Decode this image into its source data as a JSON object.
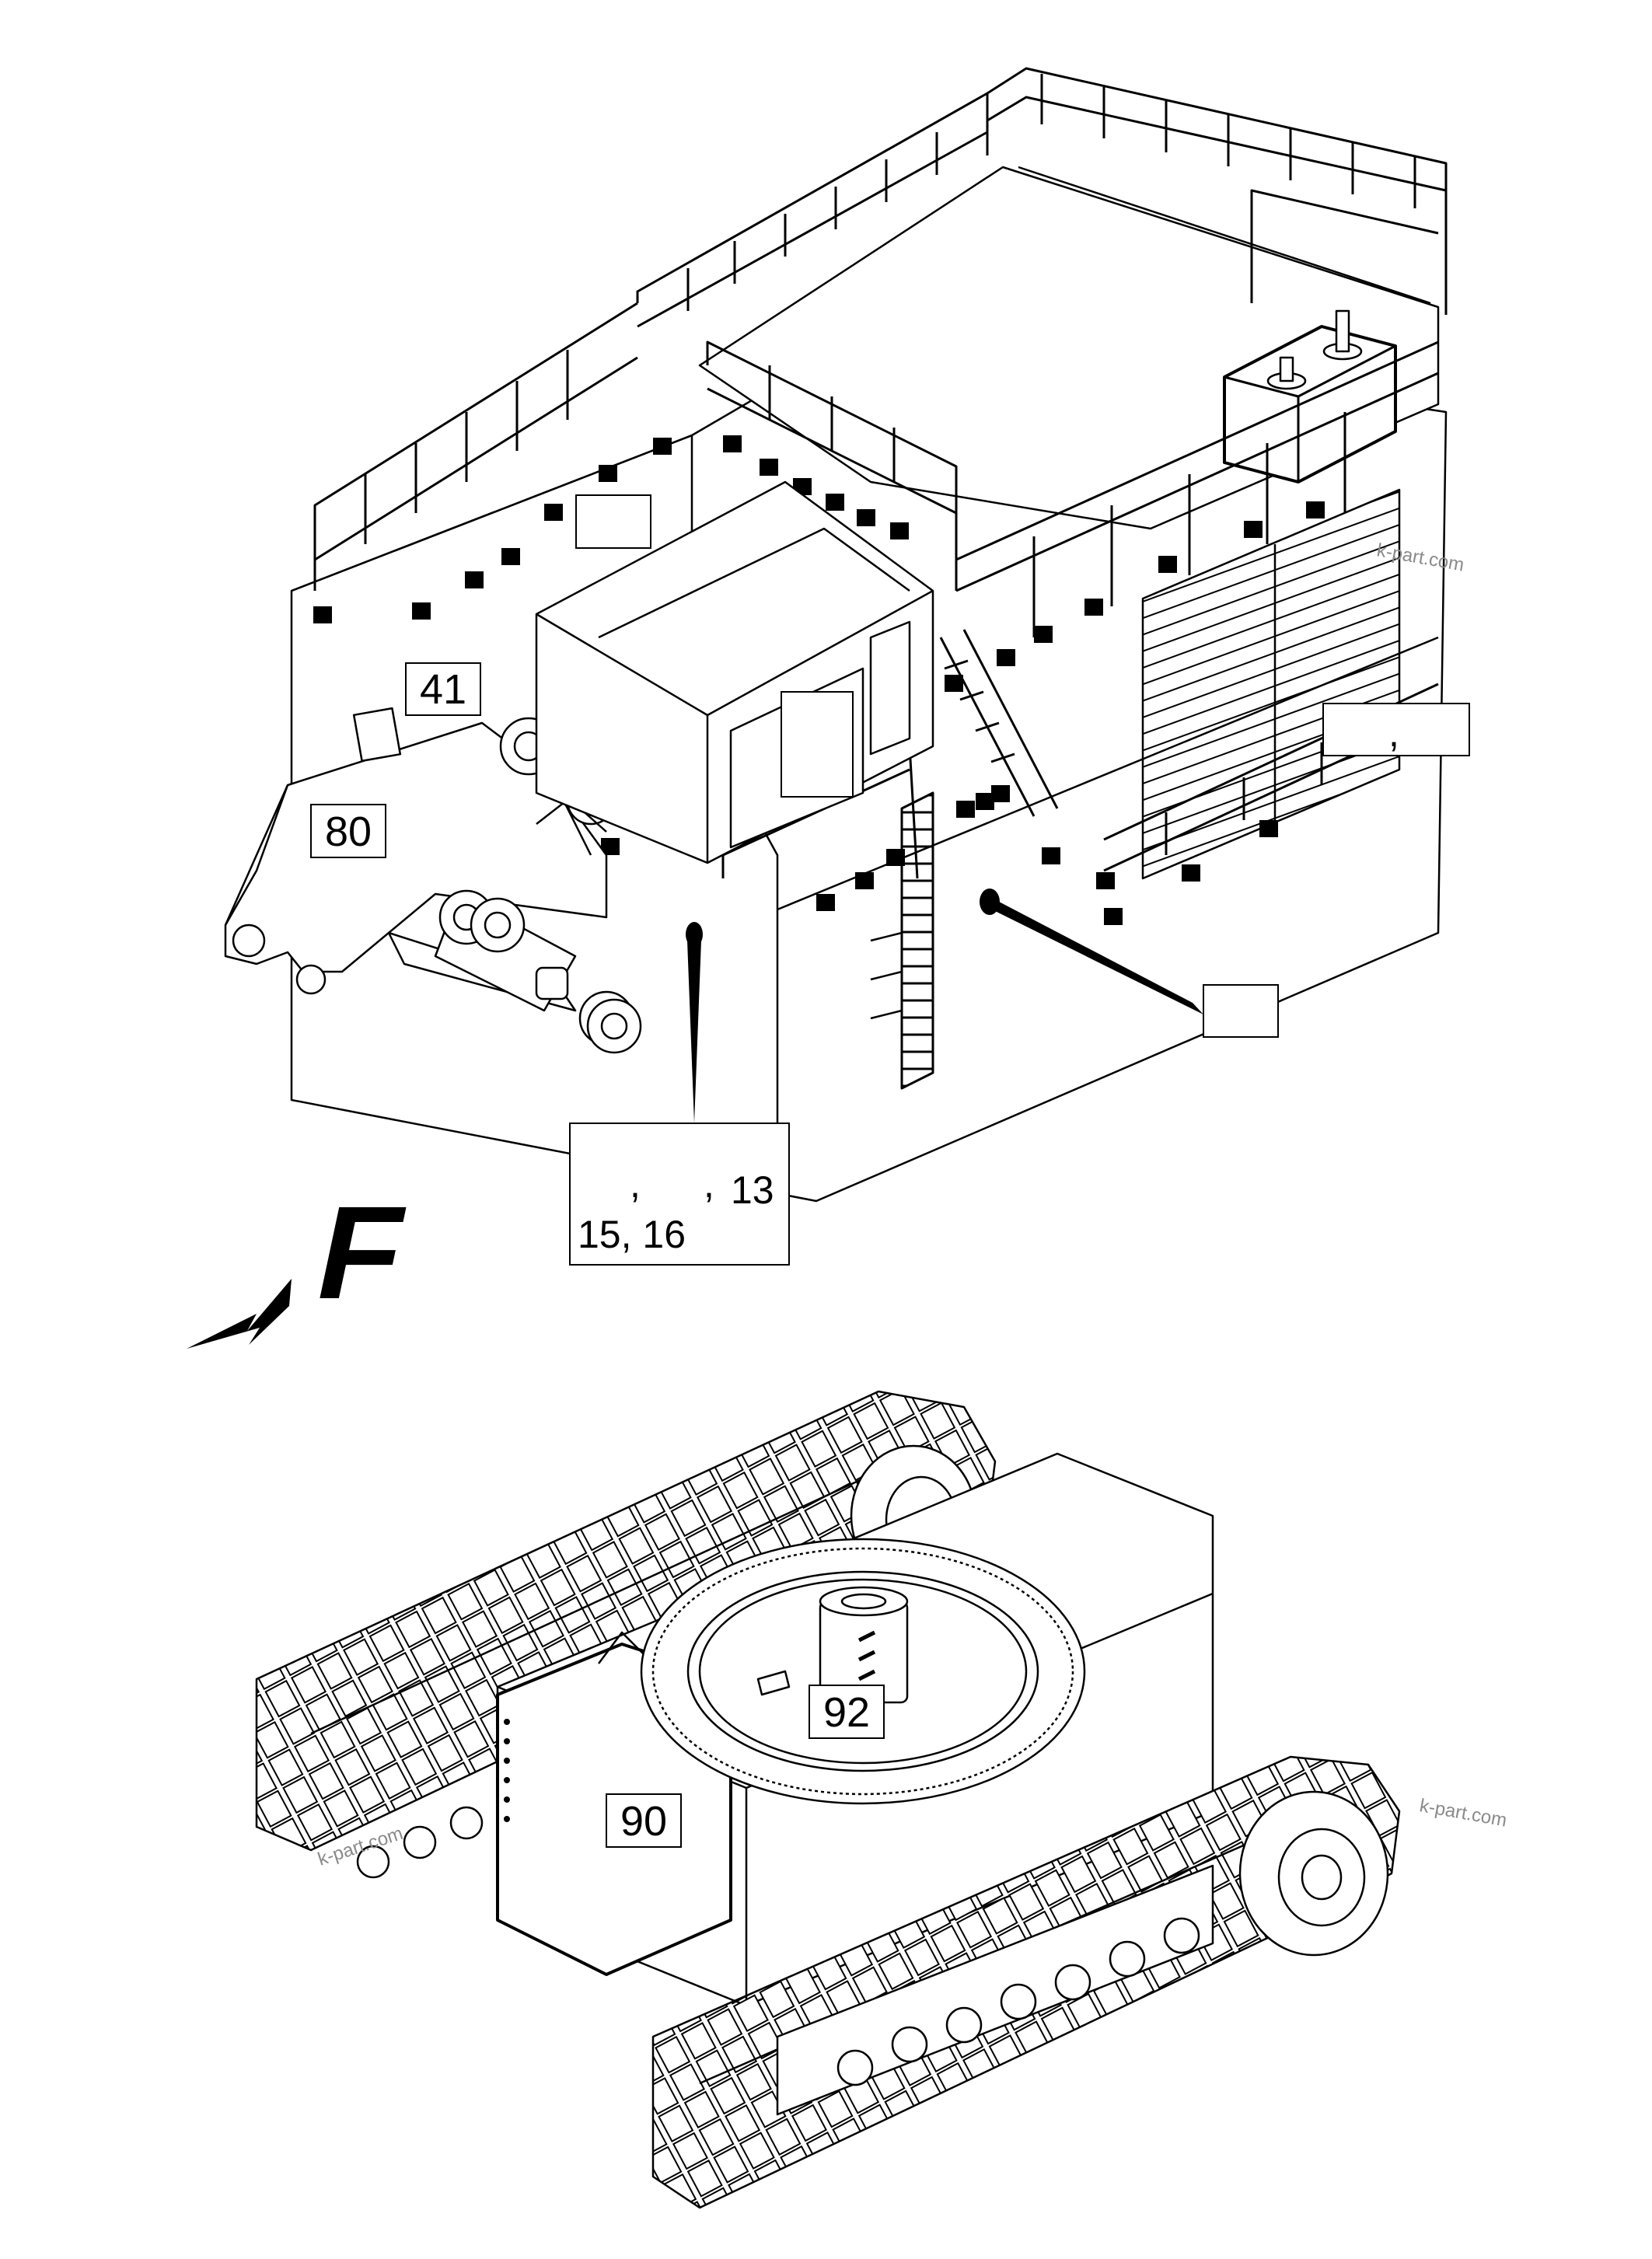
{
  "callouts": {
    "c41": "41",
    "c80": "80",
    "c90": "90",
    "c92": "92",
    "multi_line1": "13",
    "multi_line2": "15, 16",
    "comma_a": ",",
    "comma_b": ",",
    "comma_right": ","
  },
  "direction_label": "F",
  "watermarks": {
    "w1": "k-part.com",
    "w2": "k-part.com",
    "w3": "k-part.com"
  }
}
